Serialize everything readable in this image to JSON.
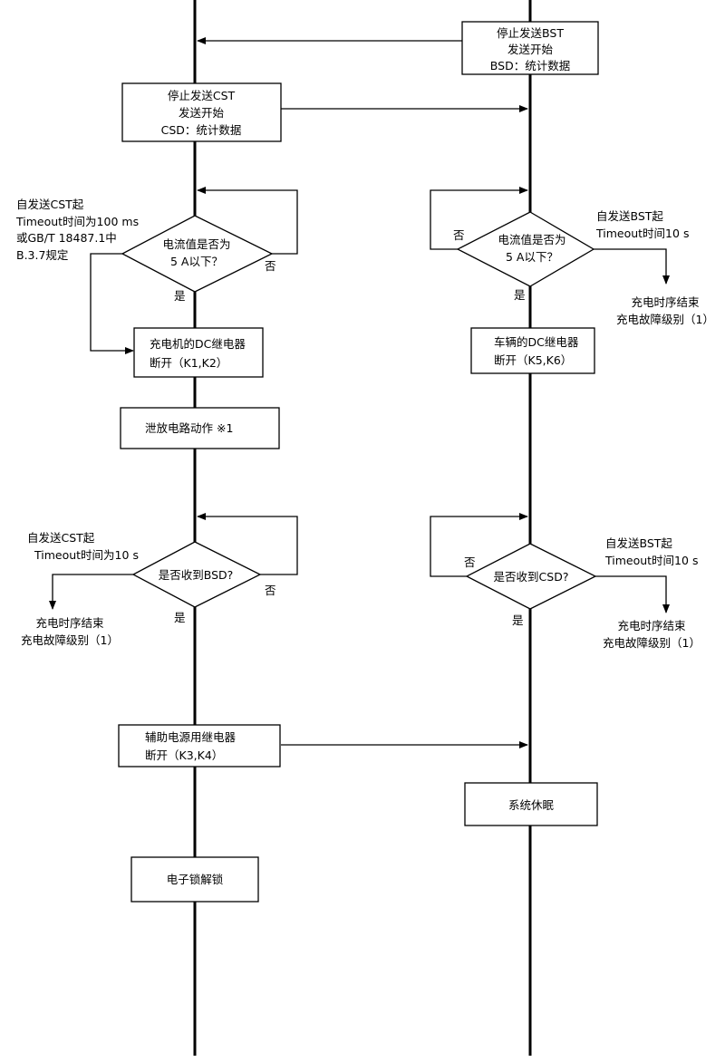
{
  "left": {
    "stop_cst": [
      "停止发送CST",
      "发送开始",
      "CSD：统计数据"
    ],
    "timeout1": [
      "自发送CST起",
      "Timeout时间为100 ms",
      "或GB/T 18487.1中",
      "B.3.7规定"
    ],
    "current_check": [
      "电流值是否为",
      "5 A以下？"
    ],
    "no1": "否",
    "yes1": "是",
    "dc_relay": [
      "充电机的DC继电器",
      "断开（K1,K2）"
    ],
    "discharge": "泄放电路动作  ※1",
    "timeout2": [
      "自发送CST起",
      "Timeout时间为10 s"
    ],
    "bsd_check": "是否收到BSD?",
    "no2": "否",
    "yes2": "是",
    "end1": [
      "充电时序结束",
      "充电故障级别（1）"
    ],
    "aux_relay": [
      "辅助电源用继电器",
      "断开（K3,K4）"
    ],
    "unlock": "电子锁解锁"
  },
  "right": {
    "stop_bst": [
      "停止发送BST",
      "发送开始",
      "BSD：统计数据"
    ],
    "timeout1": [
      "自发送BST起",
      "Timeout时间10 s"
    ],
    "current_check": [
      "电流值是否为",
      "5 A以下？"
    ],
    "no1": "否",
    "yes1": "是",
    "end1": [
      "充电时序结束",
      "充电故障级别（1）"
    ],
    "dc_relay": [
      "车辆的DC继电器",
      "断开（K5,K6）"
    ],
    "timeout2": [
      "自发送BST起",
      "Timeout时间10 s"
    ],
    "csd_check": "是否收到CSD?",
    "no2": "否",
    "yes2": "是",
    "end2": [
      "充电时序结束",
      "充电故障级别（1）"
    ],
    "sleep": "系统休眠"
  }
}
